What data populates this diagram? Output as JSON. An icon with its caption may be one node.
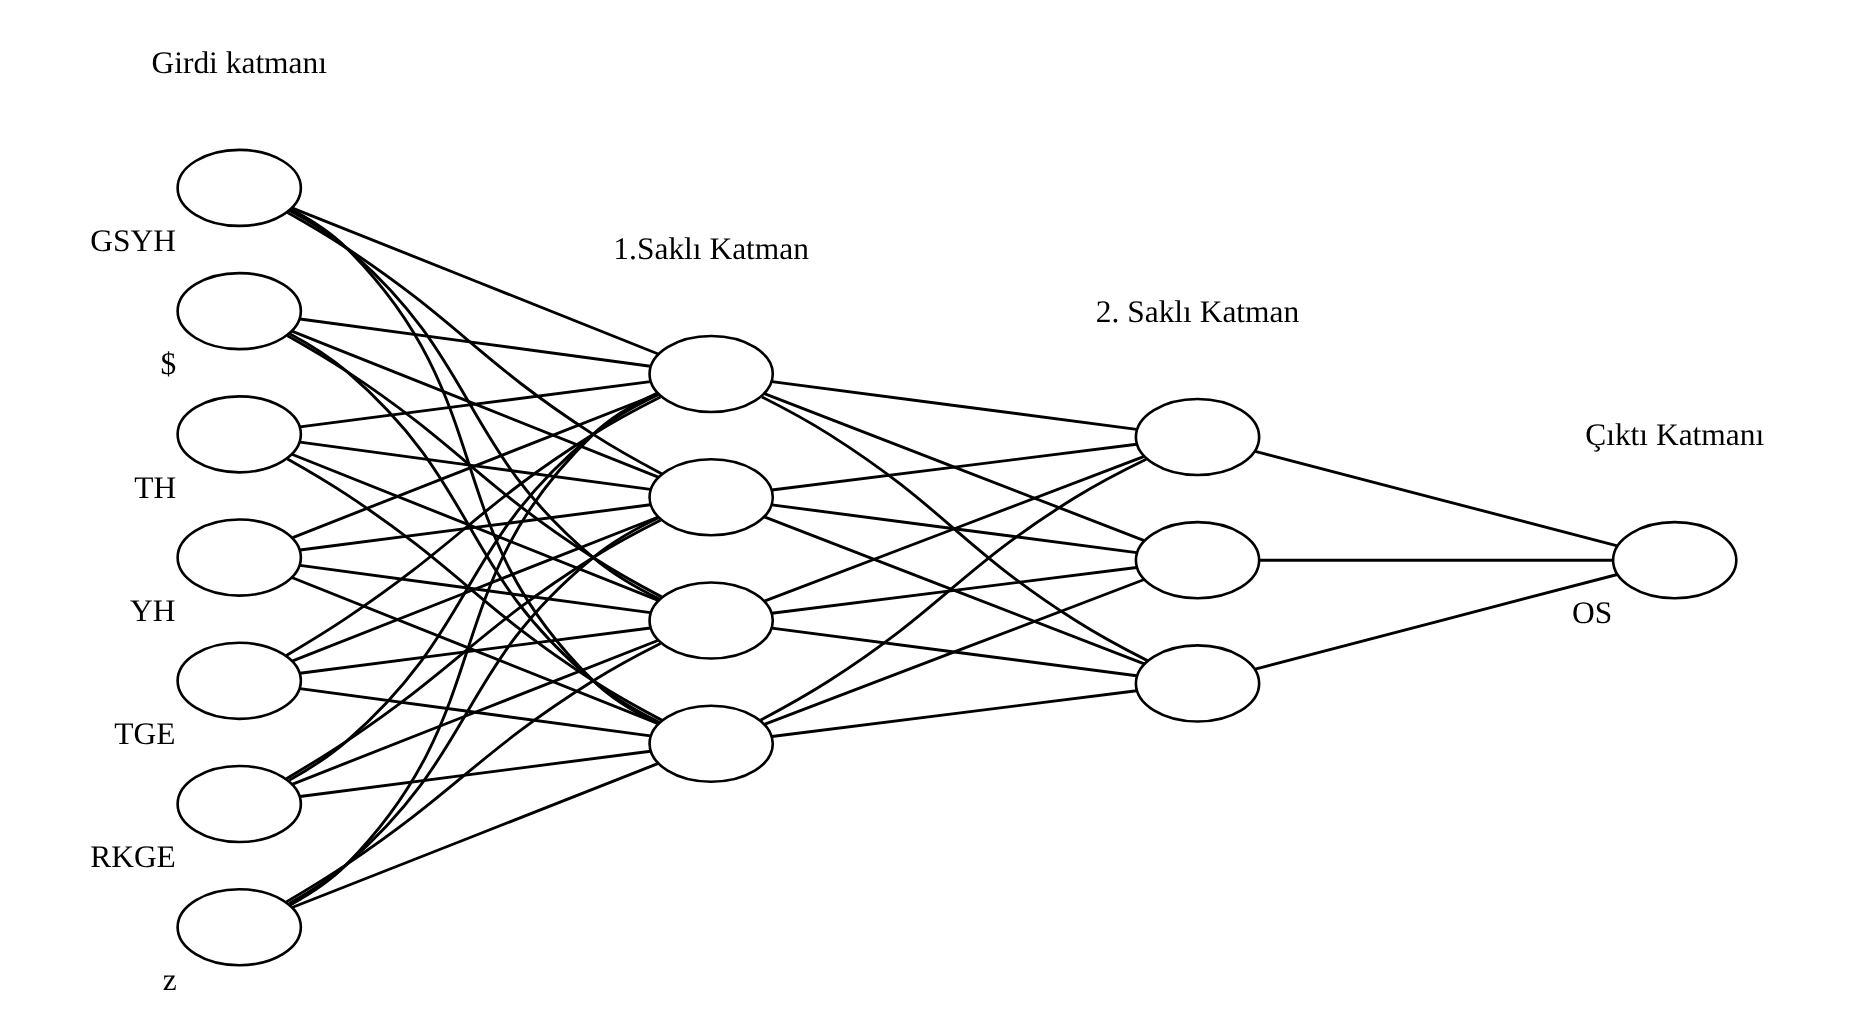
{
  "diagram": {
    "nodes": [
      {
        "text": [],
        "shape": "circle",
        "beside": [
          "GSYH"
        ]
      },
      {
        "text": [],
        "shape": "circle",
        "beside": [
          "$"
        ]
      },
      {
        "text": [],
        "shape": "circle",
        "beside": [
          "TH"
        ]
      },
      {
        "text": [],
        "shape": "circle",
        "beside": [
          "YH"
        ]
      },
      {
        "text": [],
        "shape": "circle",
        "beside": [
          "TGE"
        ]
      },
      {
        "text": [],
        "shape": "circle",
        "beside": [
          "RKGE"
        ]
      },
      {
        "text": [],
        "shape": "circle",
        "beside": [
          "z"
        ]
      },
      {
        "text": [],
        "shape": "circle"
      },
      {
        "text": [],
        "shape": "circle"
      },
      {
        "text": [],
        "shape": "circle"
      },
      {
        "text": [],
        "shape": "circle"
      },
      {
        "text": [],
        "shape": "circle"
      },
      {
        "text": [],
        "shape": "circle"
      },
      {
        "text": [],
        "shape": "circle"
      },
      {
        "text": [],
        "shape": "circle",
        "beside": [
          "OS"
        ]
      }
    ],
    "edges": [
      {
        "from": 0,
        "to": 7,
        "arrow": "none"
      },
      {
        "from": 0,
        "to": 8,
        "arrow": "none"
      },
      {
        "from": 0,
        "to": 9,
        "arrow": "none"
      },
      {
        "from": 0,
        "to": 10,
        "arrow": "none"
      },
      {
        "from": 1,
        "to": 7,
        "arrow": "none"
      },
      {
        "from": 1,
        "to": 8,
        "arrow": "none"
      },
      {
        "from": 1,
        "to": 9,
        "arrow": "none"
      },
      {
        "from": 1,
        "to": 10,
        "arrow": "none"
      },
      {
        "from": 2,
        "to": 7,
        "arrow": "none"
      },
      {
        "from": 2,
        "to": 8,
        "arrow": "none"
      },
      {
        "from": 2,
        "to": 9,
        "arrow": "none"
      },
      {
        "from": 2,
        "to": 10,
        "arrow": "none"
      },
      {
        "from": 3,
        "to": 7,
        "arrow": "none"
      },
      {
        "from": 3,
        "to": 8,
        "arrow": "none"
      },
      {
        "from": 3,
        "to": 9,
        "arrow": "none"
      },
      {
        "from": 3,
        "to": 10,
        "arrow": "none"
      },
      {
        "from": 4,
        "to": 7,
        "arrow": "none"
      },
      {
        "from": 4,
        "to": 8,
        "arrow": "none"
      },
      {
        "from": 4,
        "to": 9,
        "arrow": "none"
      },
      {
        "from": 4,
        "to": 10,
        "arrow": "none"
      },
      {
        "from": 5,
        "to": 7,
        "arrow": "none"
      },
      {
        "from": 5,
        "to": 8,
        "arrow": "none"
      },
      {
        "from": 5,
        "to": 9,
        "arrow": "none"
      },
      {
        "from": 5,
        "to": 10,
        "arrow": "none"
      },
      {
        "from": 6,
        "to": 7,
        "arrow": "none"
      },
      {
        "from": 6,
        "to": 8,
        "arrow": "none"
      },
      {
        "from": 6,
        "to": 9,
        "arrow": "none"
      },
      {
        "from": 6,
        "to": 10,
        "arrow": "none"
      },
      {
        "from": 7,
        "to": 11,
        "arrow": "none"
      },
      {
        "from": 7,
        "to": 12,
        "arrow": "none"
      },
      {
        "from": 7,
        "to": 13,
        "arrow": "none"
      },
      {
        "from": 8,
        "to": 11,
        "arrow": "none"
      },
      {
        "from": 8,
        "to": 12,
        "arrow": "none"
      },
      {
        "from": 8,
        "to": 13,
        "arrow": "none"
      },
      {
        "from": 9,
        "to": 11,
        "arrow": "none"
      },
      {
        "from": 9,
        "to": 12,
        "arrow": "none"
      },
      {
        "from": 9,
        "to": 13,
        "arrow": "none"
      },
      {
        "from": 10,
        "to": 11,
        "arrow": "none"
      },
      {
        "from": 10,
        "to": 12,
        "arrow": "none"
      },
      {
        "from": 10,
        "to": 13,
        "arrow": "none"
      },
      {
        "from": 11,
        "to": 14,
        "arrow": "none"
      },
      {
        "from": 12,
        "to": 14,
        "arrow": "none"
      },
      {
        "from": 13,
        "to": 14,
        "arrow": "none"
      }
    ],
    "labels": [
      "Girdi katmanı",
      "1.Saklı Katman",
      "2. Saklı Katman",
      "Çıktı Katmanı"
    ]
  }
}
